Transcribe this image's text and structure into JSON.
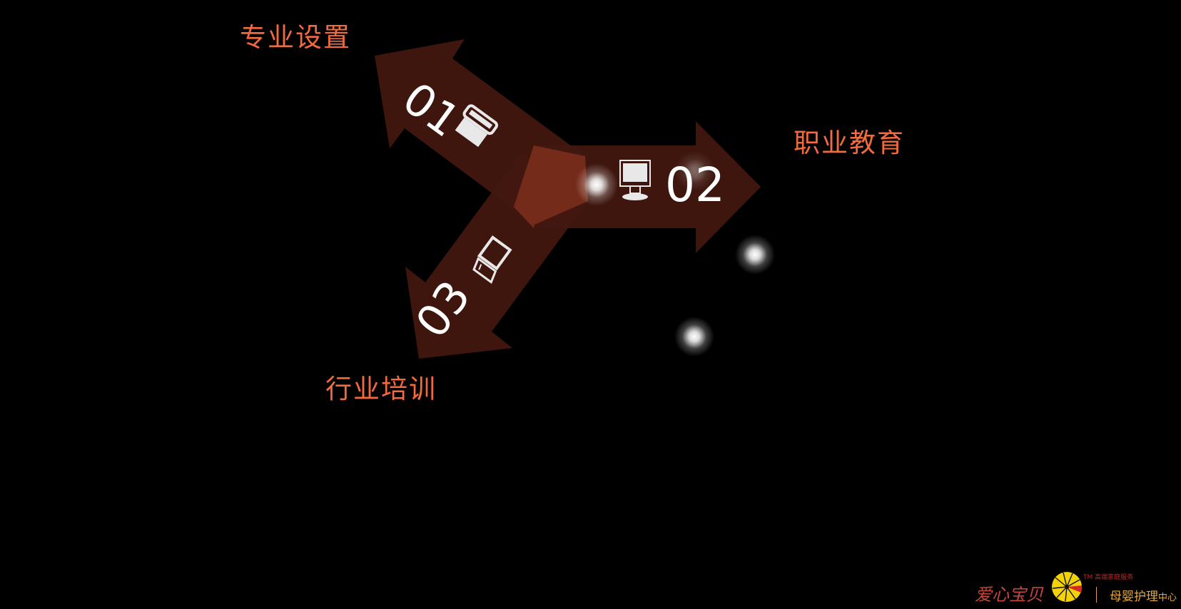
{
  "items": [
    {
      "number": "01",
      "label": "专业设置",
      "icon": "printer-icon"
    },
    {
      "number": "02",
      "label": "职业教育",
      "icon": "computer-monitor-icon"
    },
    {
      "number": "03",
      "label": "行业培训",
      "icon": "laptop-icon"
    }
  ],
  "footer": {
    "brand": "爱心宝贝",
    "tagline": "TM 高端家庭服务",
    "center_name": "母婴护理",
    "center_suffix": "中心"
  },
  "colors": {
    "background": "#000000",
    "arrow": "#43180f",
    "overlap": "#8c3420",
    "label": "#f26a3d",
    "brand": "#c5473b",
    "gold": "#e3a93a"
  }
}
